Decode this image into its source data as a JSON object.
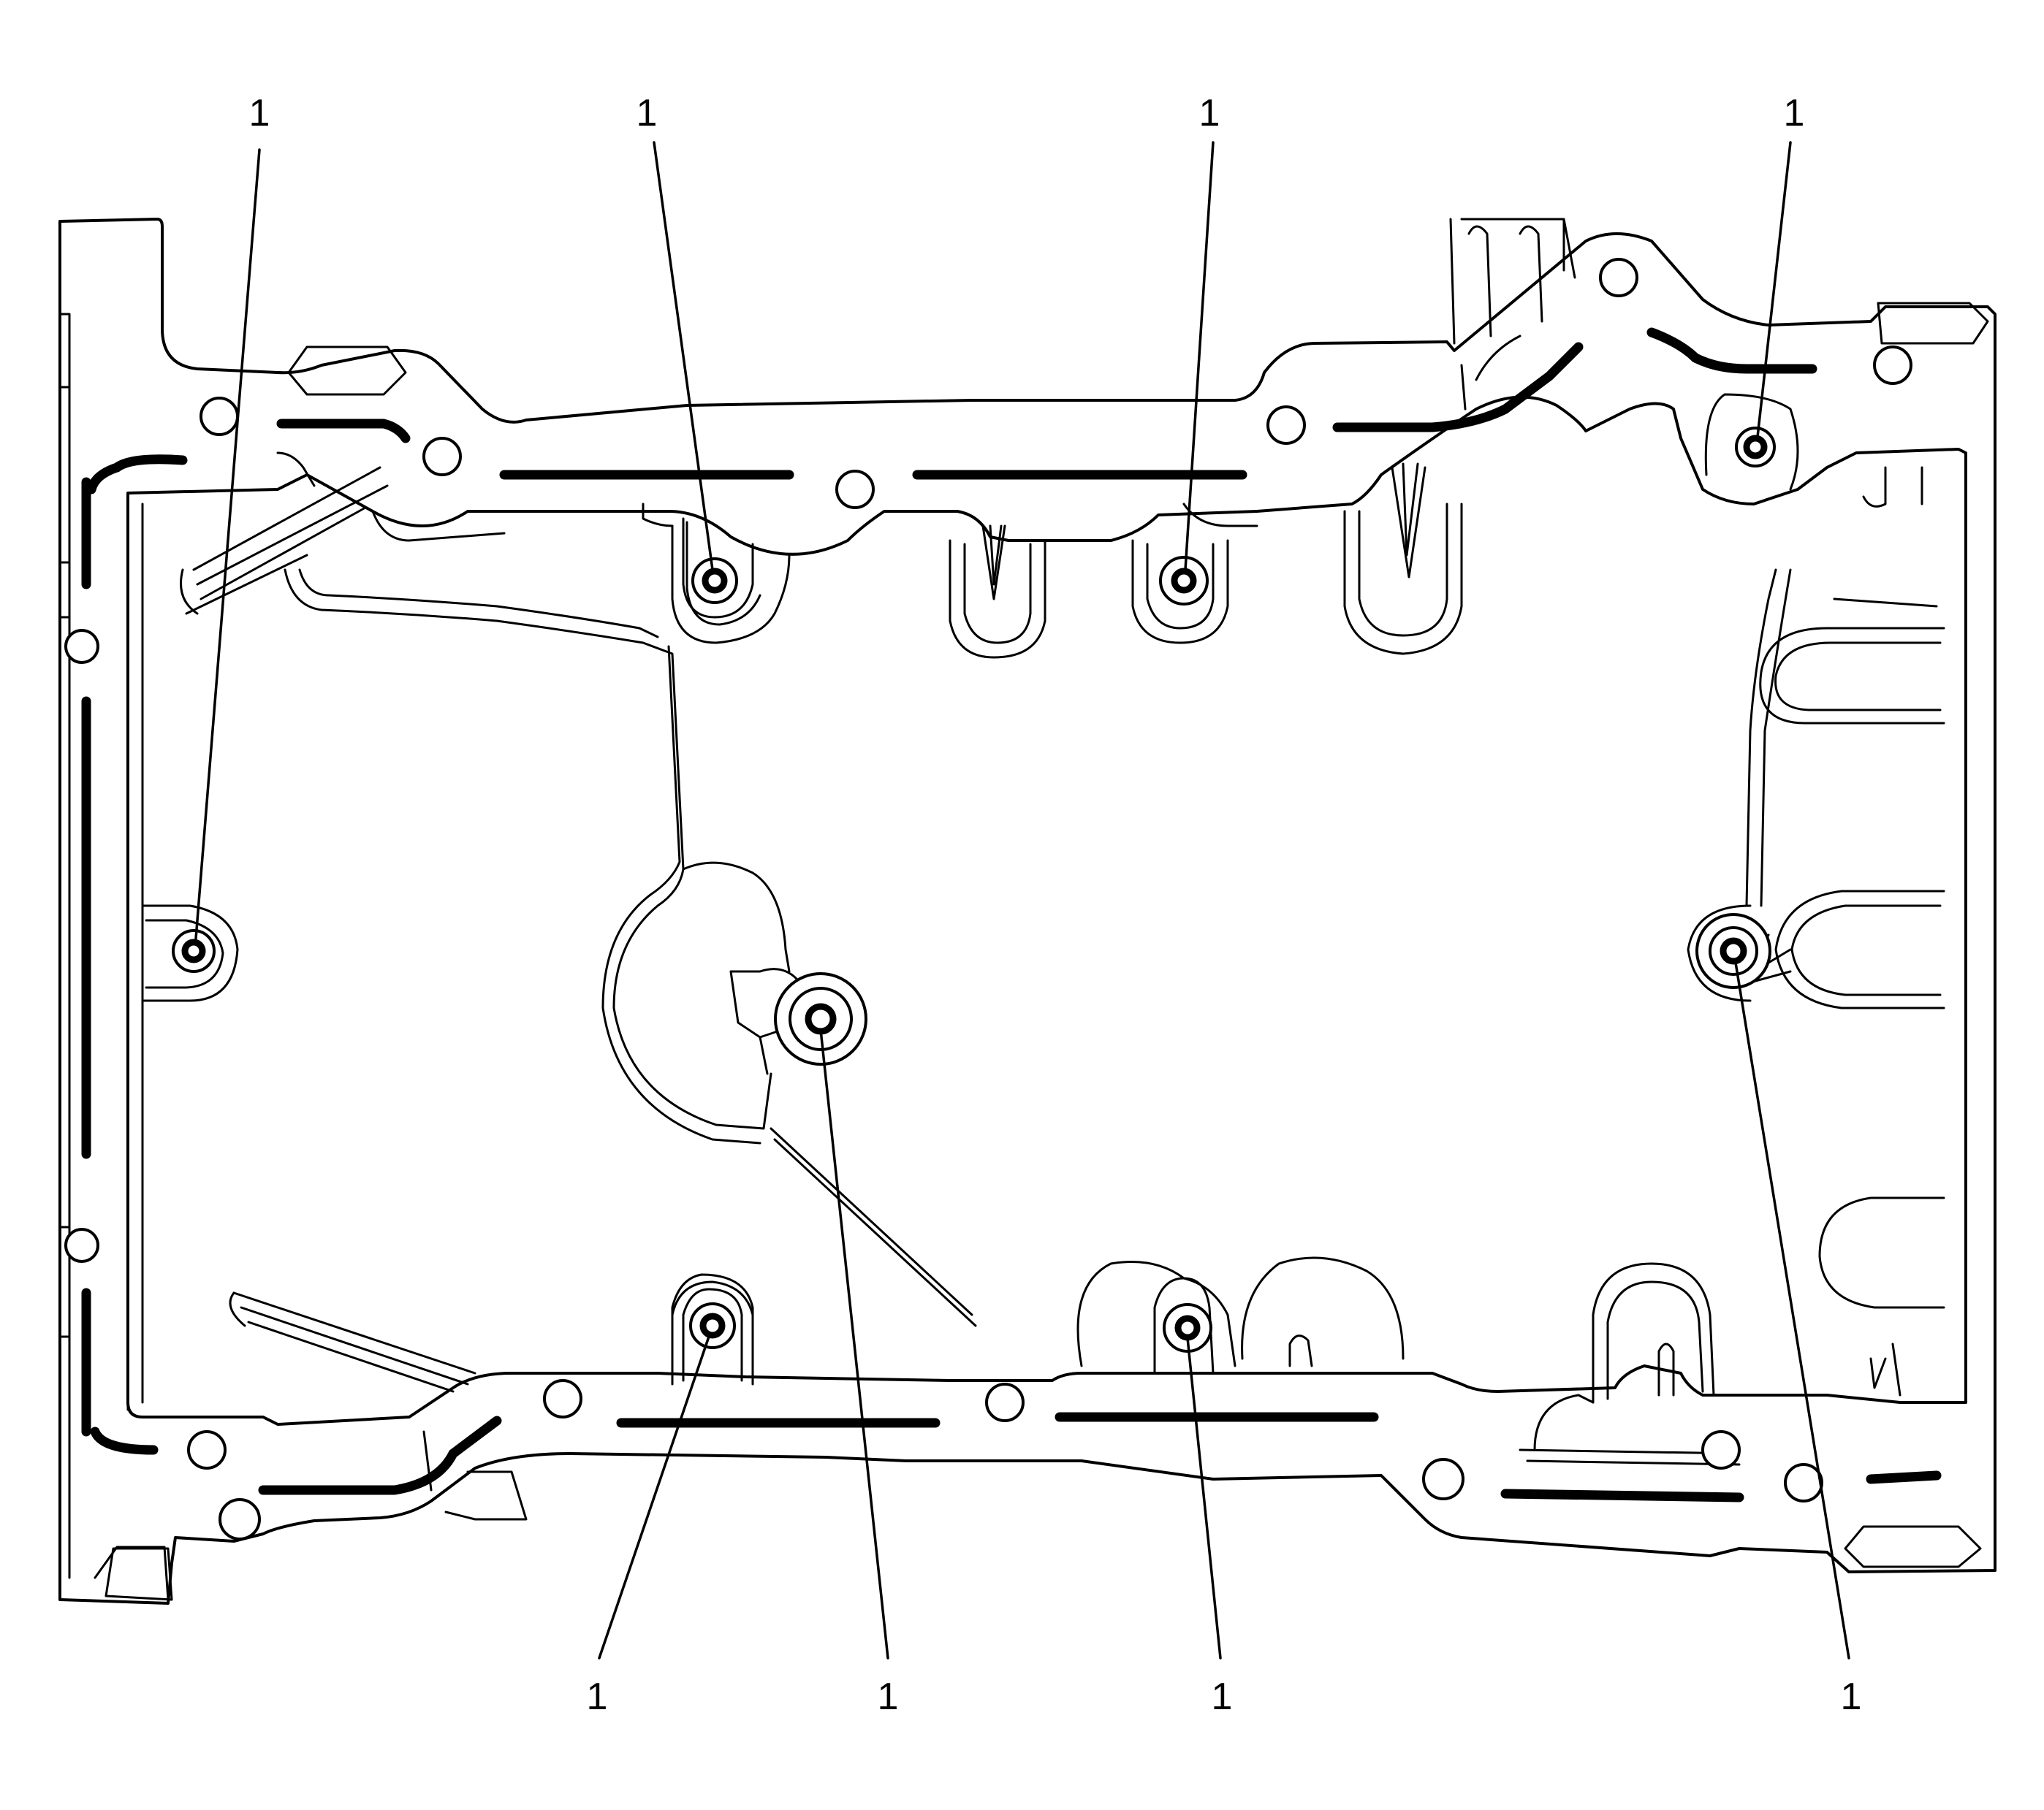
{
  "diagram": {
    "callout_text": "1",
    "callouts": [
      {
        "id": "top-1",
        "label": "1"
      },
      {
        "id": "top-2",
        "label": "1"
      },
      {
        "id": "top-3",
        "label": "1"
      },
      {
        "id": "top-4",
        "label": "1"
      },
      {
        "id": "bottom-1",
        "label": "1"
      },
      {
        "id": "bottom-2",
        "label": "1"
      },
      {
        "id": "bottom-3",
        "label": "1"
      },
      {
        "id": "bottom-4",
        "label": "1"
      }
    ]
  }
}
